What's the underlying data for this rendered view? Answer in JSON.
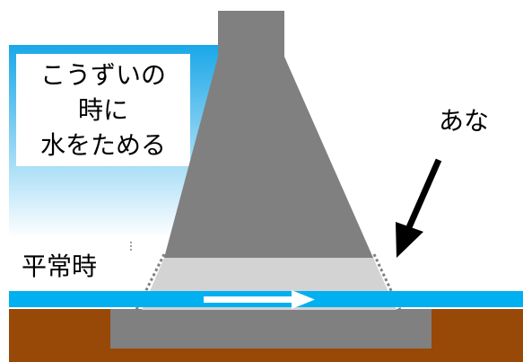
{
  "labels": {
    "flood_line1": "こうずいの",
    "flood_line2": "時に",
    "flood_line3": "水をためる",
    "normal": "平常時",
    "hole": "あな"
  },
  "colors": {
    "sky_gradient_top": "#1aa7e8",
    "sky_gradient_bottom": "#ffffff",
    "dam_gray": "#808080",
    "tunnel_light_gray": "#d3d3d3",
    "river_blue": "#00b0f0",
    "ground_brown": "#984807",
    "flow_arrow": "#ffffff",
    "pointer_arrow": "#000000"
  },
  "icons": {
    "flow": "right-arrow-icon",
    "pointer": "pointer-arrow-icon"
  }
}
